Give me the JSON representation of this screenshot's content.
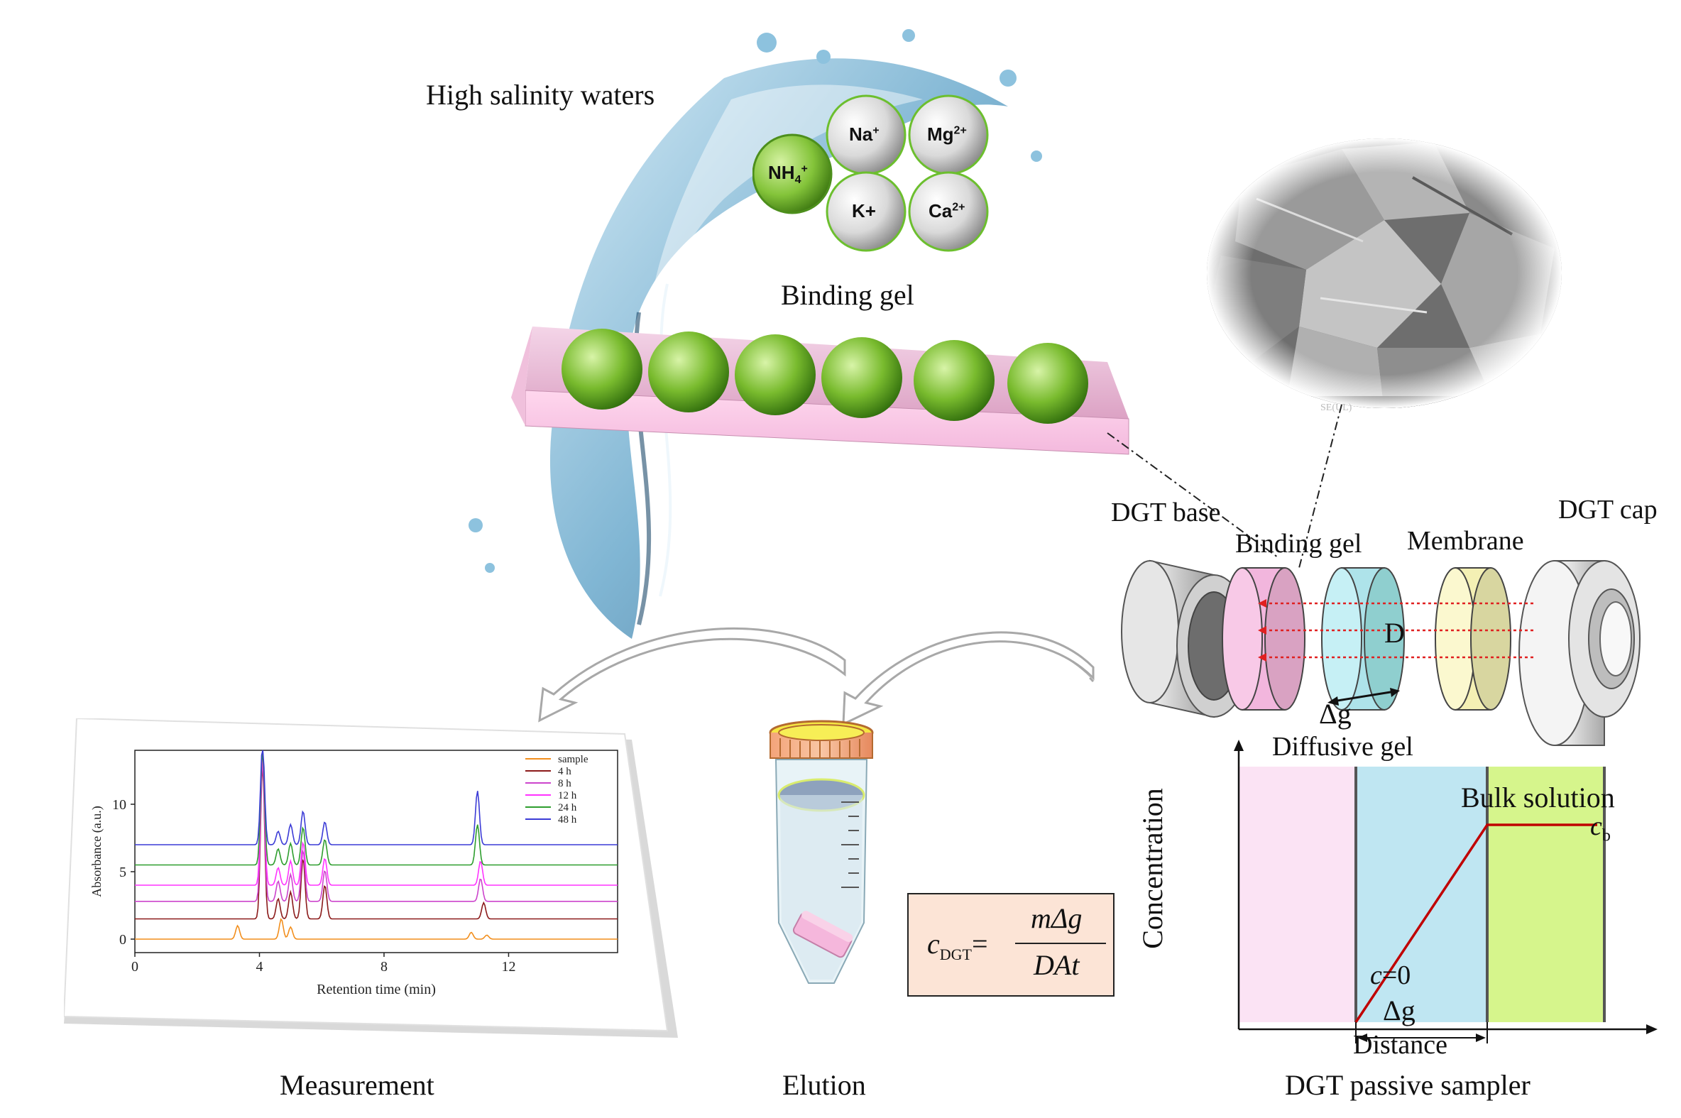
{
  "top": {
    "water_label": "High salinity waters",
    "binding_gel_label": "Binding gel",
    "ions": {
      "na": "Na",
      "na_sup": "+",
      "mg": "Mg",
      "mg_sup": "2+",
      "nh4": "NH",
      "nh4_sub": "4",
      "nh4_sup": "+",
      "k": "K+",
      "ca": "Ca",
      "ca_sup": "2+"
    },
    "sem_caption": "SE(UL)"
  },
  "device": {
    "base_label": "DGT base",
    "binding_gel_label": "Binding gel",
    "membrane_label": "Membrane",
    "cap_label": "DGT cap",
    "d_label": "D",
    "dg_label": "Δg",
    "diffusive_gel_label": "Diffusive gel"
  },
  "profile": {
    "ylabel": "Concentration",
    "bulk_label": "Bulk solution",
    "cb_main": "c",
    "cb_sub": "b",
    "c0_italic": "c",
    "c0_rest": "=0",
    "dg_label": "Δg",
    "xlabel": "Distance",
    "colors": {
      "binding": "#fbe3f4",
      "diffusive": "#bfe6f2",
      "bulk": "#d6f58c",
      "line": "#c00000"
    }
  },
  "formula": {
    "lhs_main": "c",
    "lhs_sub": "DGT",
    "equals": "=",
    "numerator": "mΔg",
    "denominator": "DAt"
  },
  "captions": {
    "measurement": "Measurement",
    "elution": "Elution",
    "sampler": "DGT passive sampler"
  },
  "chart_data": {
    "type": "line",
    "xlabel": "Retention time (min)",
    "ylabel": "Absorbance (a.u.)",
    "xlim": [
      0,
      15.5
    ],
    "ylim": [
      -1,
      14
    ],
    "xticks": [
      0,
      4,
      8,
      12
    ],
    "yticks": [
      0,
      5,
      10
    ],
    "legend_position": "top-right",
    "series": [
      {
        "name": "sample",
        "color": "#f28e1c",
        "offset": 0.0,
        "peaks": [
          [
            3.3,
            1.0
          ],
          [
            4.7,
            1.5
          ],
          [
            5.0,
            0.9
          ],
          [
            10.8,
            0.5
          ],
          [
            11.3,
            0.3
          ]
        ]
      },
      {
        "name": "4 h",
        "color": "#8b1a1a",
        "offset": 1.5,
        "peaks": [
          [
            4.1,
            11.5
          ],
          [
            4.6,
            1.5
          ],
          [
            5.0,
            2.0
          ],
          [
            5.4,
            4.5
          ],
          [
            6.1,
            2.5
          ],
          [
            11.2,
            1.2
          ]
        ]
      },
      {
        "name": "8 h",
        "color": "#cc44cc",
        "offset": 2.8,
        "peaks": [
          [
            4.1,
            10.5
          ],
          [
            4.6,
            1.5
          ],
          [
            5.0,
            2.0
          ],
          [
            5.4,
            3.8
          ],
          [
            6.1,
            2.3
          ],
          [
            11.1,
            1.7
          ]
        ]
      },
      {
        "name": "12 h",
        "color": "#ff33ff",
        "offset": 4.0,
        "peaks": [
          [
            4.1,
            9.5
          ],
          [
            4.6,
            1.3
          ],
          [
            5.0,
            1.8
          ],
          [
            5.4,
            3.2
          ],
          [
            6.1,
            2.0
          ],
          [
            11.1,
            1.8
          ]
        ]
      },
      {
        "name": "24 h",
        "color": "#2e9e2e",
        "offset": 5.5,
        "peaks": [
          [
            4.1,
            8.5
          ],
          [
            4.6,
            1.2
          ],
          [
            5.0,
            1.6
          ],
          [
            5.4,
            2.8
          ],
          [
            6.1,
            1.9
          ],
          [
            11.0,
            3.0
          ]
        ]
      },
      {
        "name": "48 h",
        "color": "#3b3bd6",
        "offset": 7.0,
        "peaks": [
          [
            4.1,
            7.5
          ],
          [
            4.6,
            1.0
          ],
          [
            5.0,
            1.5
          ],
          [
            5.4,
            2.5
          ],
          [
            6.1,
            1.7
          ],
          [
            11.0,
            4.0
          ]
        ]
      }
    ]
  }
}
